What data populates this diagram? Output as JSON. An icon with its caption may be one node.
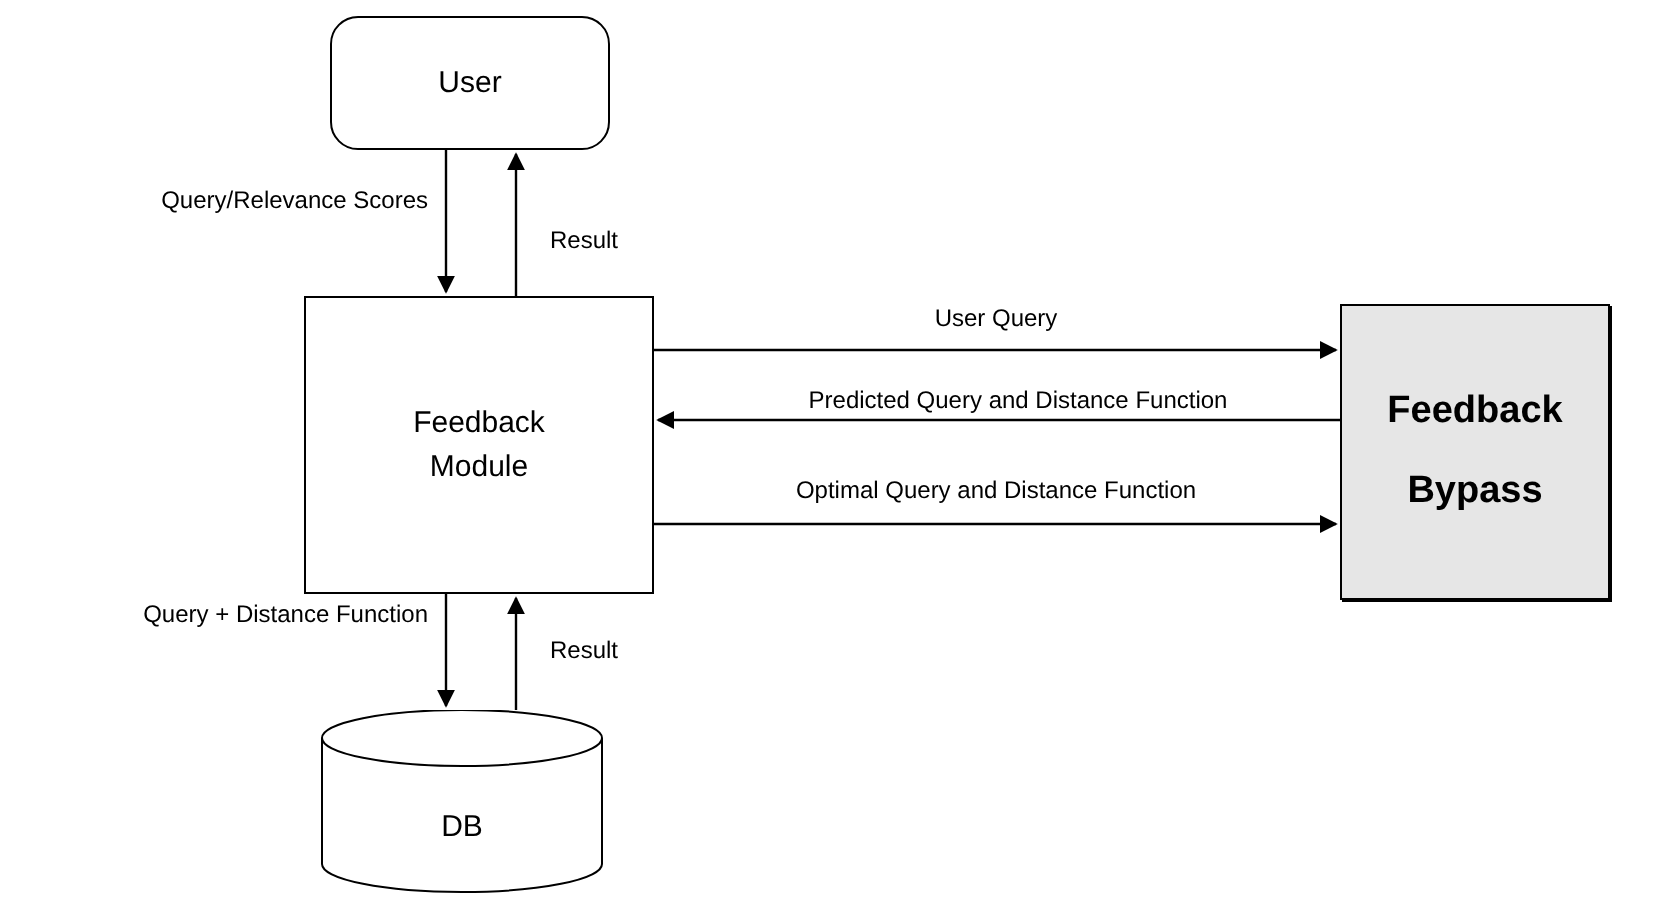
{
  "diagram": {
    "nodes": [
      {
        "text": [
          "User"
        ]
      },
      {
        "text": [
          "Feedback Module"
        ]
      },
      {
        "text": [
          "DB"
        ]
      },
      {
        "text": [
          "Feedback Bypass"
        ]
      }
    ],
    "edges": [
      {
        "from": 0,
        "to": 1,
        "arrow": "to",
        "label": "Query/Relevance Scores"
      },
      {
        "from": 1,
        "to": 0,
        "arrow": "to",
        "label": "Result"
      },
      {
        "from": 1,
        "to": 2,
        "arrow": "to",
        "label": "Query + Distance Function"
      },
      {
        "from": 2,
        "to": 1,
        "arrow": "to",
        "label": "Result"
      },
      {
        "from": 1,
        "to": 3,
        "arrow": "to",
        "label": "User Query"
      },
      {
        "from": 3,
        "to": 1,
        "arrow": "to",
        "label": "Predicted Query and Distance Function"
      },
      {
        "from": 1,
        "to": 3,
        "arrow": "to",
        "label": "Optimal Query and Distance Function"
      }
    ]
  }
}
